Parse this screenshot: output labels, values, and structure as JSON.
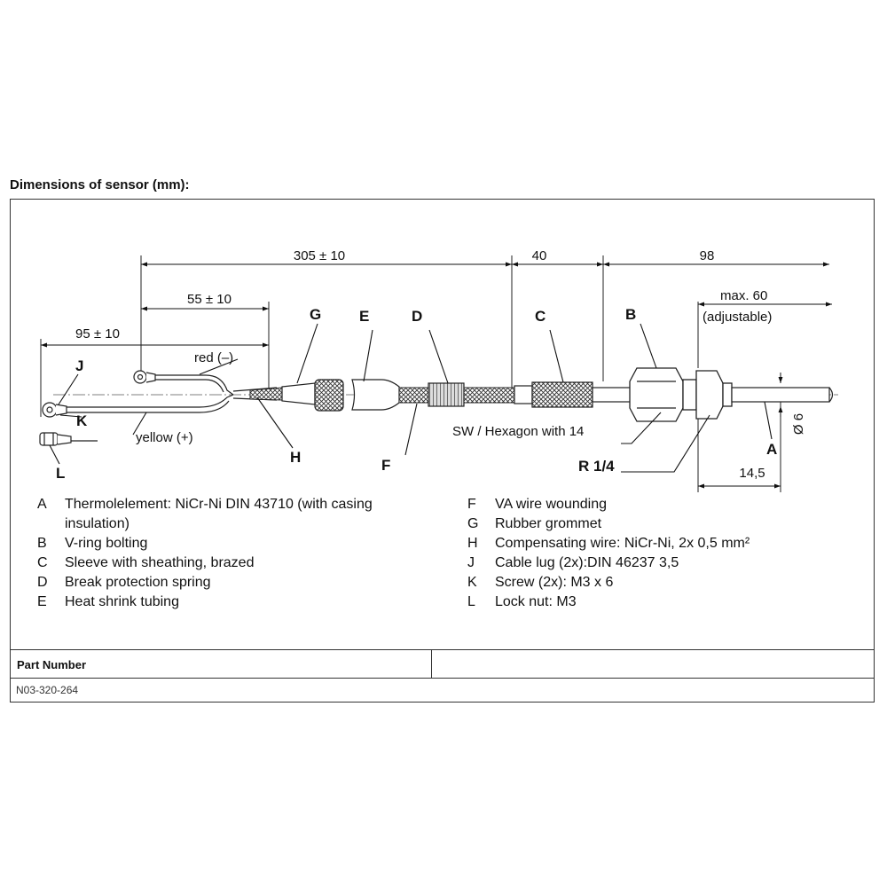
{
  "heading": "Dimensions of sensor (mm):",
  "dimensions": {
    "d305": "305 ± 10",
    "d40": "40",
    "d98": "98",
    "d55": "55 ± 10",
    "d95": "95 ± 10",
    "max60": "max. 60",
    "adjustable": "(adjustable)",
    "dia6": "Ø 6",
    "d14_5": "14,5"
  },
  "annotations": {
    "red": "red (–)",
    "yellow": "yellow (+)",
    "hexagon": "SW / Hexagon with 14",
    "thread": "R 1/4"
  },
  "letters": {
    "A": "A",
    "B": "B",
    "C": "C",
    "D": "D",
    "E": "E",
    "F": "F",
    "G": "G",
    "H": "H",
    "J": "J",
    "K": "K",
    "L": "L"
  },
  "legend": {
    "left": [
      {
        "key": "A",
        "text": "Thermolelement: NiCr-Ni DIN 43710 (with casing\ninsulation)"
      },
      {
        "key": "B",
        "text": "V-ring bolting"
      },
      {
        "key": "C",
        "text": "Sleeve with sheathing, brazed"
      },
      {
        "key": "D",
        "text": "Break protection spring"
      },
      {
        "key": "E",
        "text": "Heat shrink tubing"
      }
    ],
    "right": [
      {
        "key": "F",
        "text": "VA wire wounding"
      },
      {
        "key": "G",
        "text": "Rubber grommet"
      },
      {
        "key": "H",
        "text": "Compensating wire: NiCr-Ni, 2x 0,5 mm²"
      },
      {
        "key": "J",
        "text": "Cable lug (2x):DIN 46237 3,5"
      },
      {
        "key": "K",
        "text": "Screw (2x): M3 x 6"
      },
      {
        "key": "L",
        "text": "Lock nut: M3"
      }
    ]
  },
  "part_number": {
    "label": "Part Number",
    "value": "N03-320-264"
  }
}
